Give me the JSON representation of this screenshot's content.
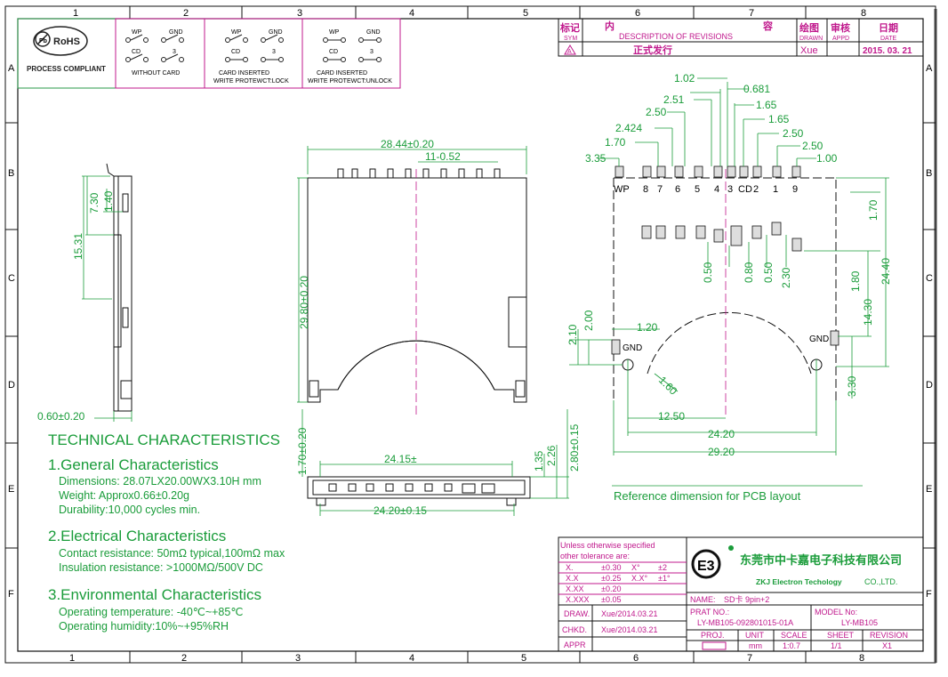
{
  "frame": {
    "col_numbers": [
      "1",
      "2",
      "3",
      "4",
      "5",
      "6",
      "7",
      "8"
    ],
    "row_letters": [
      "A",
      "B",
      "C",
      "D",
      "E",
      "F"
    ]
  },
  "rohs": {
    "badge": "RoHS",
    "pb": "Pb",
    "caption": "PROCESS COMPLIANT"
  },
  "switches": [
    {
      "wp": "WP",
      "gnd": "GND",
      "cd": "CD",
      "n": "3",
      "caption1": "WITHOUT CARD",
      "caption2": ""
    },
    {
      "wp": "WP",
      "gnd": "GND",
      "cd": "CD",
      "n": "3",
      "caption1": "CARD INSERTED",
      "caption2": "WRITE PROTEWCT:LOCK"
    },
    {
      "wp": "WP",
      "gnd": "GND",
      "cd": "CD",
      "n": "3",
      "caption1": "CARD INSERTED",
      "caption2": "WRITE PROTEWCT:UNLOCK"
    }
  ],
  "revision_table": {
    "sym_cn": "标记",
    "sym_en": "SYM",
    "content_cn1": "内",
    "content_cn2": "容",
    "content_en": "DESCRIPTION  OF  REVISIONS",
    "drawn_cn": "绘图",
    "drawn_en": "DRAWN",
    "appd_cn": "审核",
    "appd_en": "APPD",
    "date_cn": "日期",
    "date_en": "DATE",
    "row_sym": "A",
    "row_desc": "正式发行",
    "row_drawn": "Xue",
    "row_date": "2015. 03. 21"
  },
  "side_view": {
    "dims": [
      "7.30",
      "1.40",
      "15.31",
      "0.60±0.20"
    ]
  },
  "top_view": {
    "dims": [
      "28.44±0.20",
      "11-0.52",
      "29.80±0.20"
    ]
  },
  "front_view": {
    "dims": [
      "24.15±",
      "1.70±0.20",
      "1.35",
      "2.26",
      "2.80±0.15",
      "24.20±0.15"
    ]
  },
  "pcb": {
    "top_dims": [
      "1.02",
      "0.681",
      "2.51",
      "2.50",
      "1.65",
      "2.424",
      "1.65",
      "1.70",
      "2.50",
      "3.35",
      "2.50",
      "1.00"
    ],
    "pin_labels": [
      "WP",
      "8",
      "7",
      "6",
      "5",
      "4",
      "3",
      "CD",
      "2",
      "1",
      "9"
    ],
    "vert_dims": [
      "0.50",
      "0.80",
      "0.50",
      "2.30",
      "1.70",
      "1.80",
      "24.40",
      "14.30",
      "3.30",
      "2.10",
      "2.00"
    ],
    "horiz_dims": [
      "1.20",
      "12.50",
      "24.20",
      "29.20"
    ],
    "hole": "1.60",
    "gnd_left": "GND",
    "gnd_right": "GND",
    "caption": "Reference  dimension  for  PCB  layout"
  },
  "tech": {
    "heading": "TECHNICAL  CHARACTERISTICS",
    "s1_title": "1.General  Characteristics",
    "s1_lines": [
      "Dimensions: 28.07LX20.00WX3.10H  mm",
      "Weight: Approx0.66±0.20g",
      "Durability:10,000  cycles  min."
    ],
    "s2_title": "2.Electrical  Characteristics",
    "s2_lines": [
      "Contact  resistance: 50mΩ  typical,100mΩ  max",
      "Insulation  resistance: >1000MΩ/500V  DC"
    ],
    "s3_title": "3.Environmental  Characteristics",
    "s3_lines": [
      "Operating  temperature: -40℃~+85℃",
      "Operating  humidity:10%~+95%RH"
    ]
  },
  "title_block": {
    "tolerance_title1": "Unless  otherwise  specified",
    "tolerance_title2": "other  tolerance  are:",
    "tol_rows": [
      {
        "a": "X.",
        "b": "±0.30",
        "c": "X°",
        "d": "±2"
      },
      {
        "a": "X.X",
        "b": "±0.25",
        "c": "X.X°",
        "d": "±1°"
      },
      {
        "a": "X.XX",
        "b": "±0.20",
        "c": "",
        "d": ""
      },
      {
        "a": "X.XXX",
        "b": "±0.05",
        "c": "",
        "d": ""
      }
    ],
    "company_logo": "E3",
    "company_cn": "东莞市中卡嘉电子科技有限公司",
    "company_en": "ZKJ  Electron  Techology",
    "company_suffix": "CO.,LTD.",
    "name_label": "NAME:",
    "name_value": "SD卡  9pin+2",
    "drawn_label": "DRAW.",
    "drawn_value": "Xue/2014.03.21",
    "checked_label": "CHKD.",
    "checked_value": "Xue/2014.03.21",
    "appr_label": "APPR",
    "part_label": "PRAT  NO.:",
    "part_value": "LY-MB105-092801015-01A",
    "model_label": "MODEL  No:",
    "model_value": "LY-MB105",
    "proj_label": "PROJ.",
    "unit_label": "UNIT",
    "unit_value": "mm",
    "scale_label": "SCALE",
    "scale_value": "1:0.7",
    "sheet_label": "SHEET",
    "sheet_value": "1/1",
    "rev_label": "REVISION",
    "rev_value": "X1"
  }
}
